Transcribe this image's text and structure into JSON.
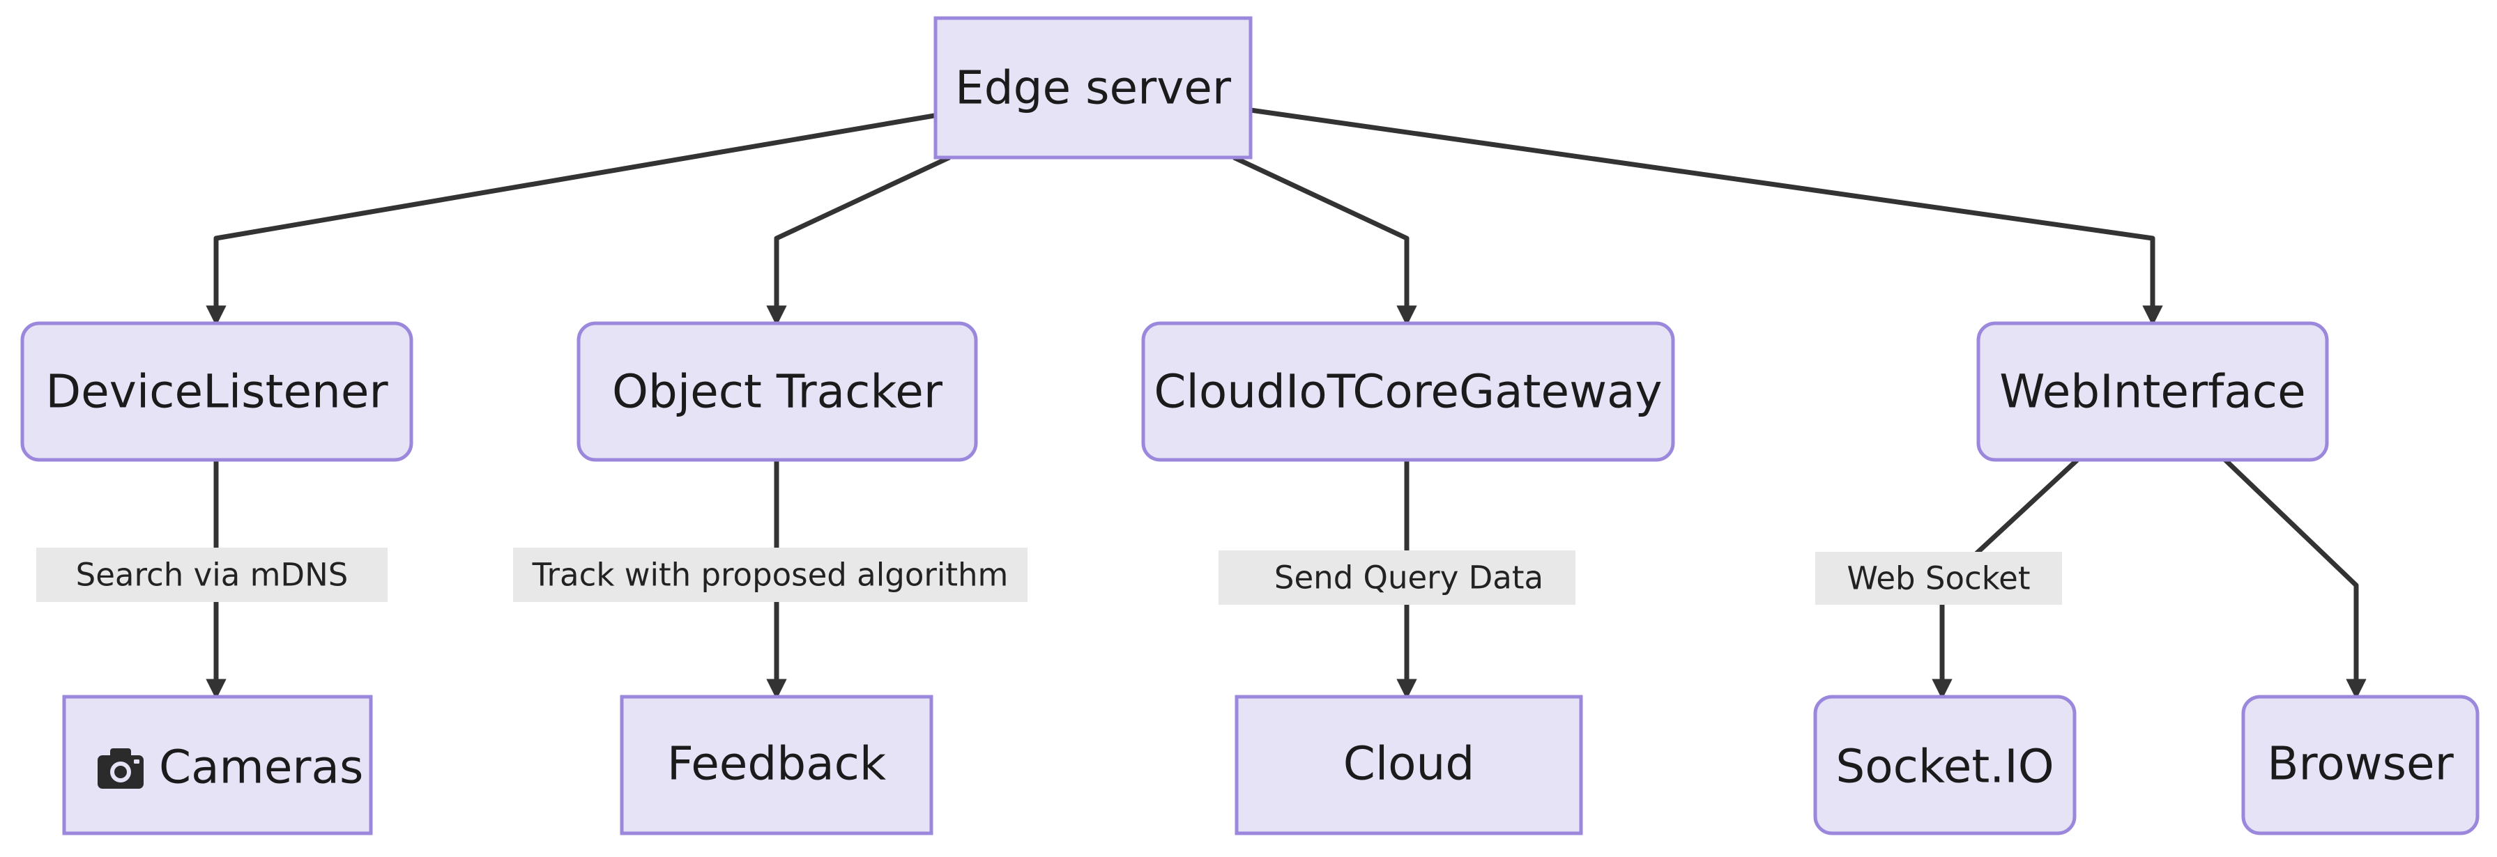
{
  "nodes": {
    "edge_server": "Edge server",
    "device_listener": "DeviceListener",
    "object_tracker": "Object Tracker",
    "cloud_gateway": "CloudIoTCoreGateway",
    "web_interface": "WebInterface",
    "cameras": "Cameras",
    "feedback": "Feedback",
    "cloud": "Cloud",
    "socketio": "Socket.IO",
    "browser": "Browser"
  },
  "edge_labels": {
    "search_mdns": "Search via mDNS",
    "track_algorithm": "Track with proposed algorithm",
    "send_query": "Send Query Data",
    "web_socket": "Web Socket"
  },
  "icons": {
    "cameras": "camera-icon"
  },
  "colors": {
    "node_fill": "#e6e3f6",
    "node_border": "#9b87dc",
    "edge": "#333333",
    "label_bg": "#e8e8e8"
  }
}
